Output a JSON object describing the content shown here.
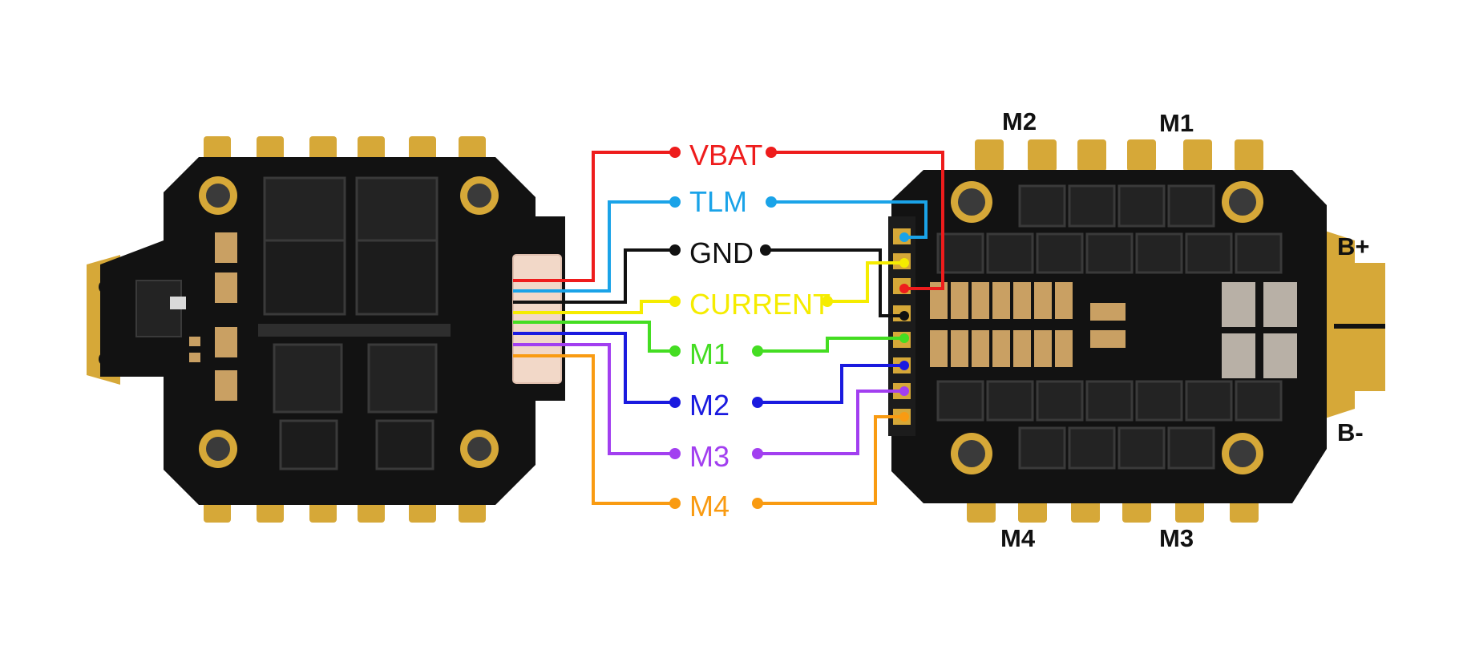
{
  "diagram": {
    "signals": [
      {
        "label": "VBAT",
        "color": "#ee1c1c"
      },
      {
        "label": "TLM",
        "color": "#1aa3e8"
      },
      {
        "label": "GND",
        "color": "#111111"
      },
      {
        "label": "CURRENT",
        "color": "#f5ec00"
      },
      {
        "label": "M1",
        "color": "#44dd22"
      },
      {
        "label": "M2",
        "color": "#1a1adf"
      },
      {
        "label": "M3",
        "color": "#a23ff0"
      },
      {
        "label": "M4",
        "color": "#f99b12"
      }
    ],
    "esc_labels": {
      "top_left": "M2",
      "top_right": "M1",
      "bottom_left": "M4",
      "bottom_right": "M3",
      "battery_positive": "B+",
      "battery_negative": "B-"
    },
    "pcb_colors": {
      "board": "#121212",
      "pad": "#d6a838",
      "chip": "#232323",
      "component": "#c9a063",
      "connector": "#f2d8c8"
    }
  }
}
